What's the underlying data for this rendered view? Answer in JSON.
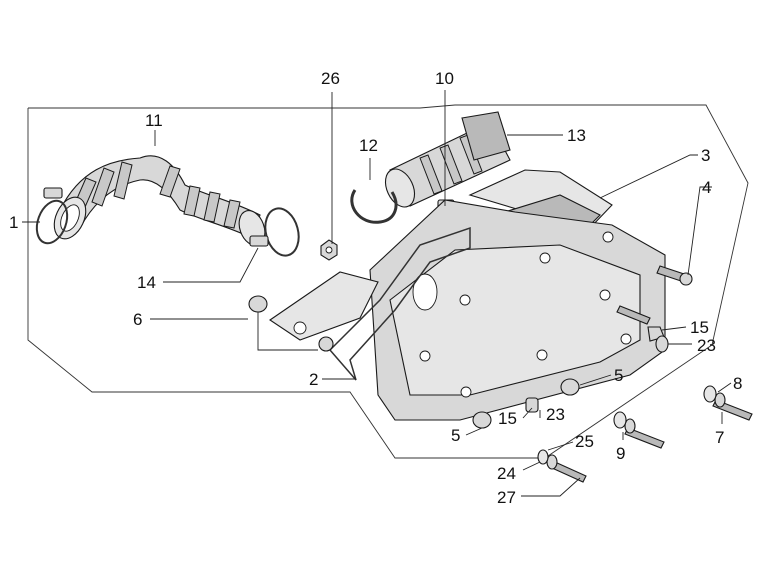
{
  "diagram": {
    "callouts": [
      {
        "id": "c1",
        "text": "1"
      },
      {
        "id": "c2",
        "text": "2"
      },
      {
        "id": "c3",
        "text": "3"
      },
      {
        "id": "c4",
        "text": "4"
      },
      {
        "id": "c5a",
        "text": "5"
      },
      {
        "id": "c5b",
        "text": "5"
      },
      {
        "id": "c6",
        "text": "6"
      },
      {
        "id": "c7",
        "text": "7"
      },
      {
        "id": "c8",
        "text": "8"
      },
      {
        "id": "c9",
        "text": "9"
      },
      {
        "id": "c10",
        "text": "10"
      },
      {
        "id": "c11",
        "text": "11"
      },
      {
        "id": "c12",
        "text": "12"
      },
      {
        "id": "c13",
        "text": "13"
      },
      {
        "id": "c14",
        "text": "14"
      },
      {
        "id": "c15a",
        "text": "15"
      },
      {
        "id": "c15b",
        "text": "15"
      },
      {
        "id": "c23a",
        "text": "23"
      },
      {
        "id": "c23b",
        "text": "23"
      },
      {
        "id": "c24",
        "text": "24"
      },
      {
        "id": "c25",
        "text": "25"
      },
      {
        "id": "c26",
        "text": "26"
      },
      {
        "id": "c27",
        "text": "27"
      }
    ]
  }
}
